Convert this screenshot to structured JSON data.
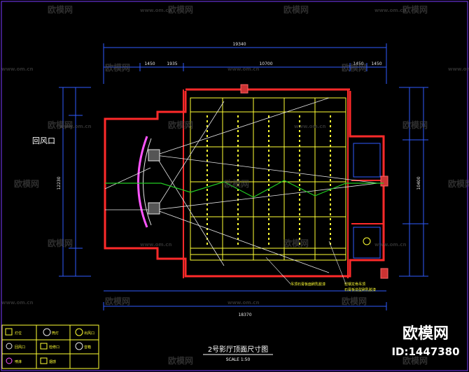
{
  "drawing": {
    "title": "2号影厅顶面尺寸图",
    "scale": "SCALE  1:50",
    "side_label": "回风口"
  },
  "dimensions": {
    "top_overall": "19340",
    "top_left": "1450",
    "top_mid": "1935",
    "top_center": "10700",
    "top_right1": "1450",
    "top_right2": "1450",
    "bottom_overall": "18370",
    "left_vertical": "12230",
    "right_vertical": "10400"
  },
  "legend": {
    "items": [
      {
        "label": "灯位"
      },
      {
        "label": "筒灯"
      },
      {
        "label": "出风口"
      },
      {
        "label": "回风口"
      },
      {
        "label": "检修口"
      },
      {
        "label": "音箱"
      },
      {
        "label": "喷淋"
      },
      {
        "label": "烟感"
      }
    ]
  },
  "callouts": {
    "c1": "吊顶石膏板面刷乳胶漆",
    "c2": "轻钢龙骨吊顶",
    "c3": "石膏板造型刷乳胶漆"
  },
  "watermark": {
    "brand": "欧模网",
    "url": "www.om.cn",
    "id": "ID:1447380"
  },
  "colors": {
    "background": "#000000",
    "wall": "#ff2a2a",
    "dimension": "#2f5bff",
    "ceiling_grid": "#ffff33",
    "sightline": "#e6e6e6",
    "center_line": "#22cc22",
    "frame": "#7a3cff"
  }
}
